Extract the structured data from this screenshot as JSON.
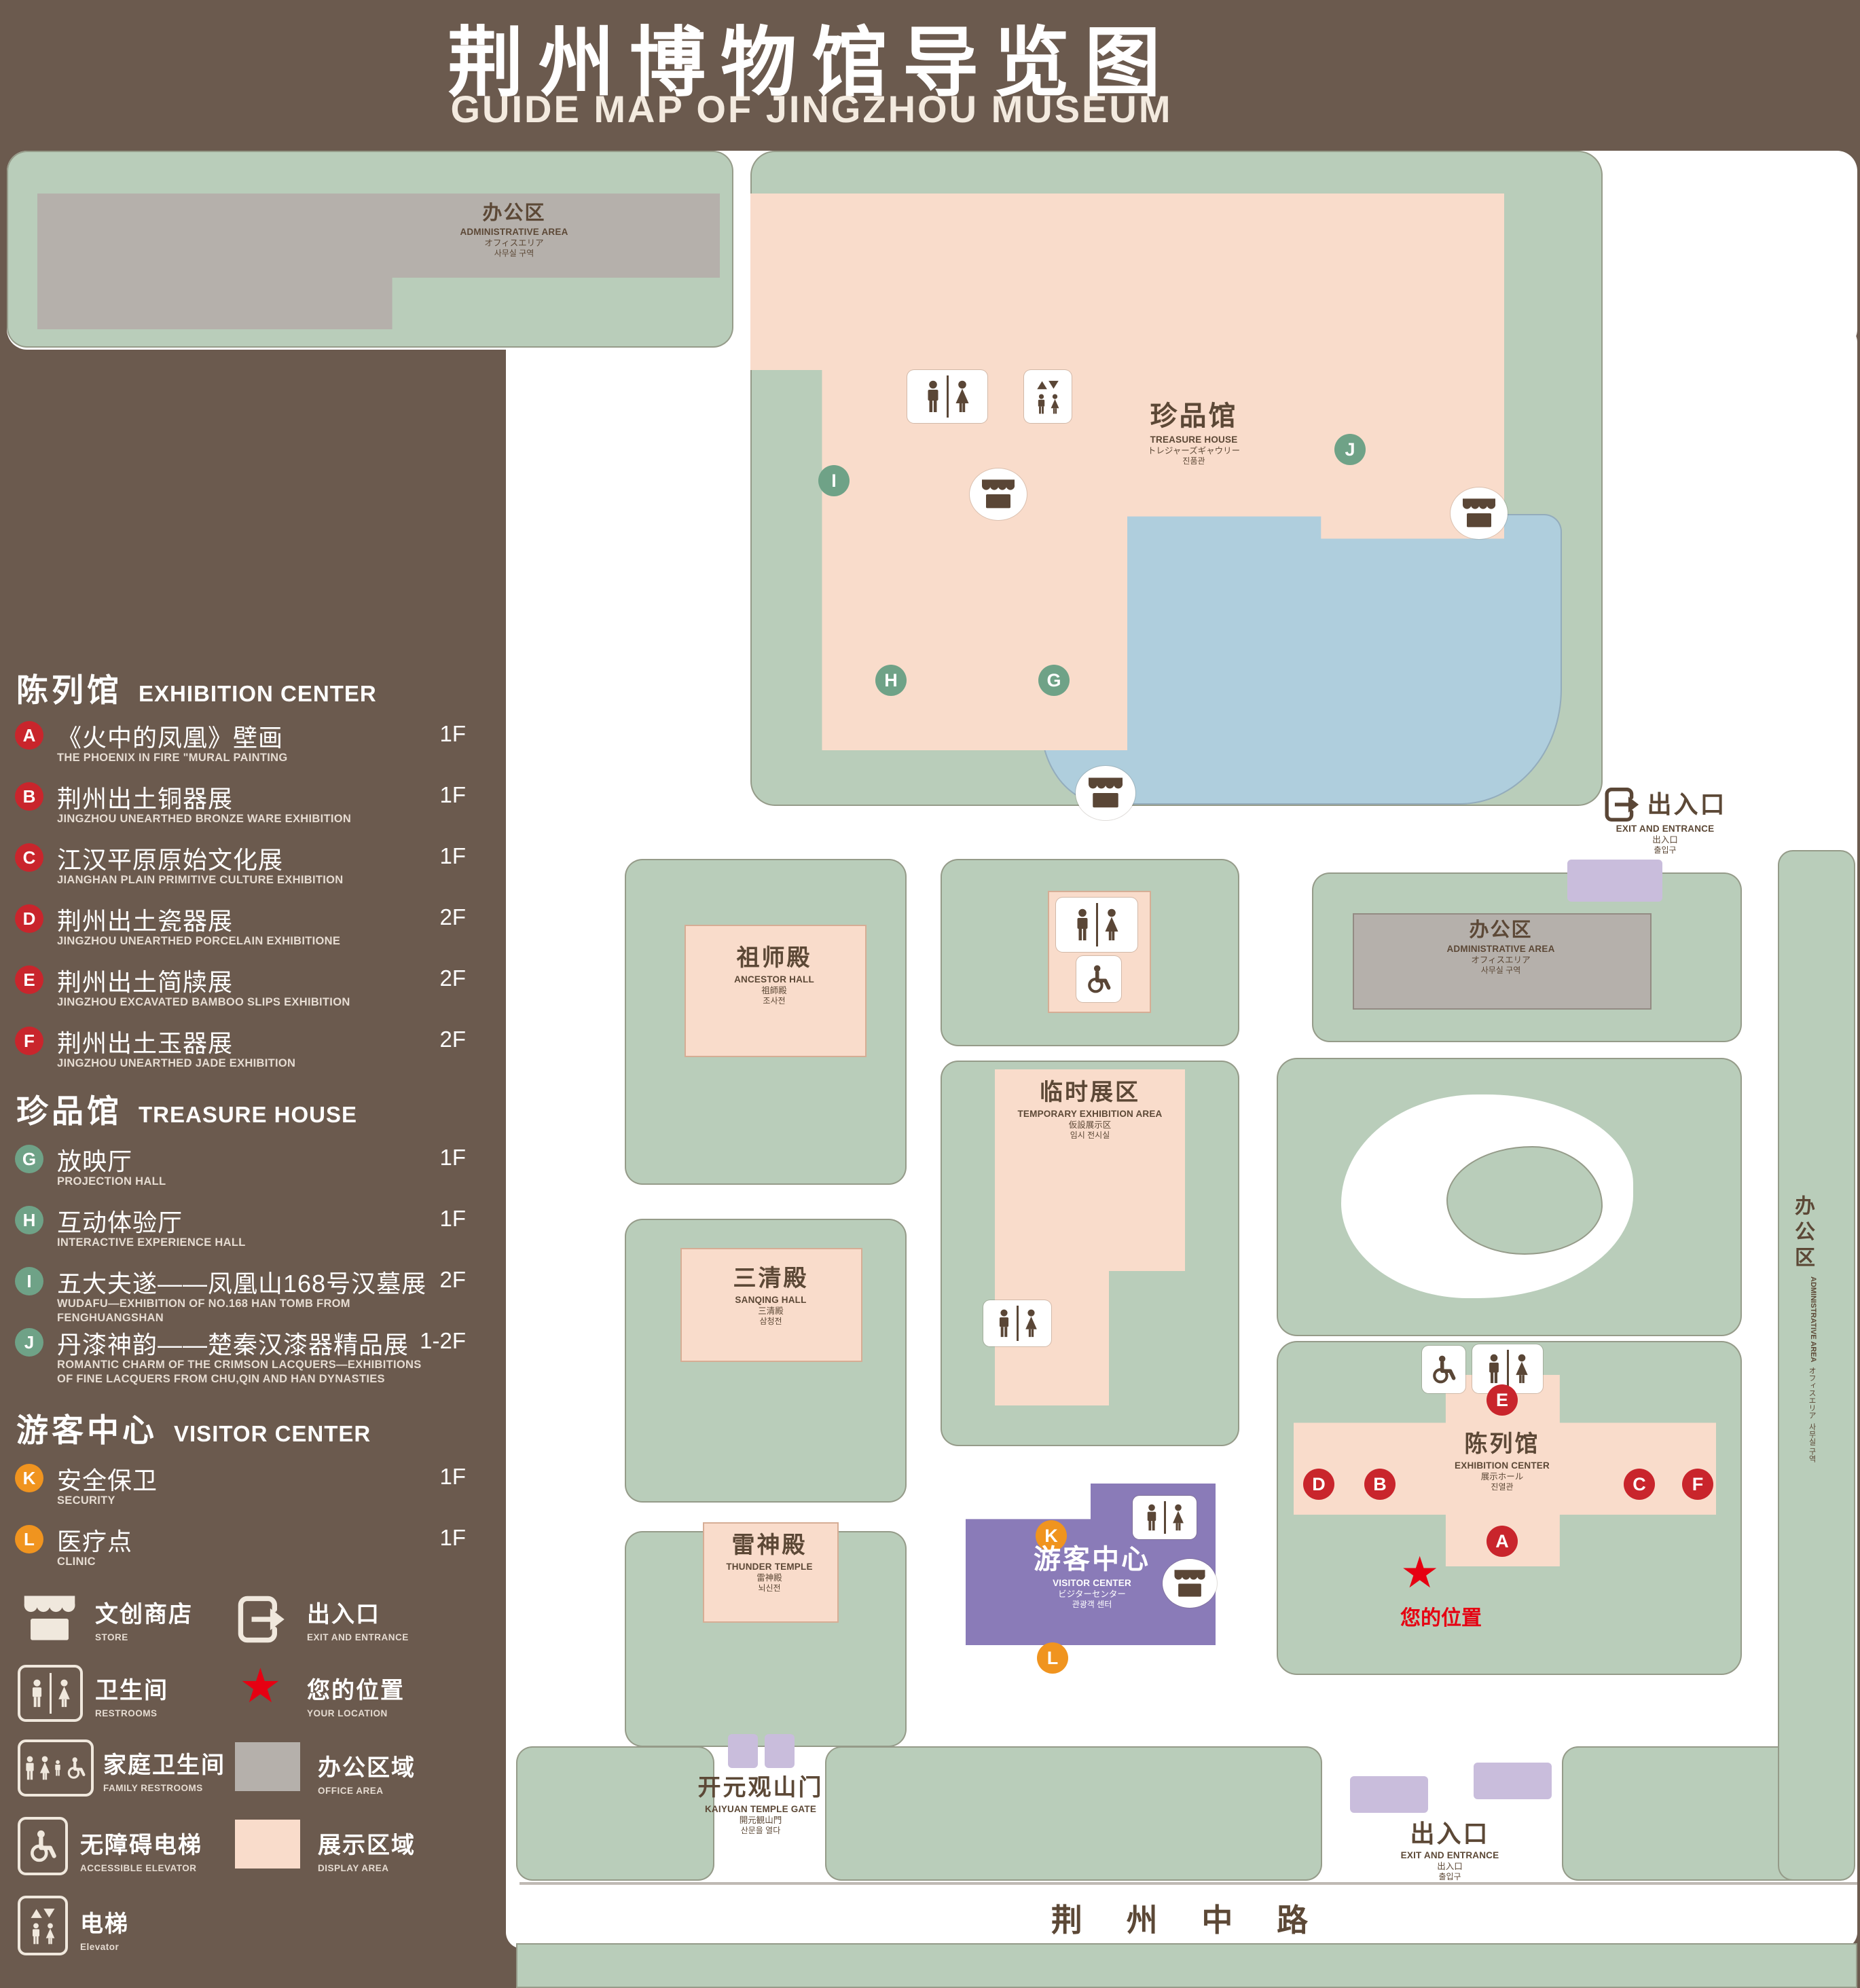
{
  "title": {
    "zh": "荆州博物馆导览图",
    "en": "GUIDE MAP OF JINGZHOU MUSEUM"
  },
  "colors": {
    "background": "#6B5A4E",
    "map_green": "#B9CDBA",
    "display_area": "#F9DCCB",
    "office_area": "#B5B0AB",
    "water": "#AFCEDD",
    "visitor_center_purple": "#8A7BB8",
    "entrance_purple": "#C9BDDC",
    "marker_red": "#C9252C",
    "marker_green": "#6FA287",
    "marker_orange": "#F0941F",
    "icon_brown": "#5A4636",
    "location_red": "#E60012"
  },
  "sidebar": {
    "sections": [
      {
        "zh": "陈列馆",
        "en": "EXHIBITION CENTER"
      },
      {
        "zh": "珍品馆",
        "en": "TREASURE HOUSE"
      },
      {
        "zh": "游客中心",
        "en": "VISITOR CENTER"
      }
    ],
    "items": [
      {
        "letter": "A",
        "zh": "《火中的凤凰》壁画",
        "en": "THE PHOENIX IN FIRE \"MURAL PAINTING",
        "floor": "1F"
      },
      {
        "letter": "B",
        "zh": "荆州出土铜器展",
        "en": "JINGZHOU UNEARTHED BRONZE WARE EXHIBITION",
        "floor": "1F"
      },
      {
        "letter": "C",
        "zh": "江汉平原原始文化展",
        "en": "JIANGHAN PLAIN PRIMITIVE CULTURE EXHIBITION",
        "floor": "1F"
      },
      {
        "letter": "D",
        "zh": "荆州出土瓷器展",
        "en": "JINGZHOU UNEARTHED PORCELAIN EXHIBITIONE",
        "floor": "2F"
      },
      {
        "letter": "E",
        "zh": "荆州出土简牍展",
        "en": "JINGZHOU EXCAVATED BAMBOO SLIPS EXHIBITION",
        "floor": "2F"
      },
      {
        "letter": "F",
        "zh": "荆州出土玉器展",
        "en": "JINGZHOU UNEARTHED JADE EXHIBITION",
        "floor": "2F"
      },
      {
        "letter": "G",
        "zh": "放映厅",
        "en": "PROJECTION HALL",
        "floor": "1F"
      },
      {
        "letter": "H",
        "zh": "互动体验厅",
        "en": "INTERACTIVE EXPERIENCE HALL",
        "floor": "1F"
      },
      {
        "letter": "I",
        "zh": "五大夫遂——凤凰山168号汉墓展",
        "en": "WUDAFU—EXHIBITION OF NO.168 HAN TOMB FROM FENGHUANGSHAN",
        "floor": "2F"
      },
      {
        "letter": "J",
        "zh": "丹漆神韵——楚秦汉漆器精品展",
        "en": "ROMANTIC CHARM OF THE CRIMSON LACQUERS—EXHIBITIONS OF FINE LACQUERS FROM CHU,QIN AND HAN DYNASTIES",
        "floor": "1-2F"
      },
      {
        "letter": "K",
        "zh": "安全保卫",
        "en": "SECURITY",
        "floor": "1F"
      },
      {
        "letter": "L",
        "zh": "医疗点",
        "en": "CLINIC",
        "floor": "1F"
      }
    ],
    "symbols": [
      {
        "zh": "文创商店",
        "en": "STORE",
        "icon": "store"
      },
      {
        "zh": "出入口",
        "en": "EXIT AND ENTRANCE",
        "icon": "exit"
      },
      {
        "zh": "卫生间",
        "en": "RESTROOMS",
        "icon": "restroom"
      },
      {
        "zh": "您的位置",
        "en": "YOUR LOCATION",
        "icon": "star"
      },
      {
        "zh": "家庭卫生间",
        "en": "FAMILY RESTROOMS",
        "icon": "family-restroom"
      },
      {
        "zh": "办公区域",
        "en": "OFFICE AREA",
        "icon": "office-swatch"
      },
      {
        "zh": "无障碍电梯",
        "en": "ACCESSIBLE ELEVATOR",
        "icon": "accessible-elevator"
      },
      {
        "zh": "展示区域",
        "en": "DISPLAY AREA",
        "icon": "display-swatch"
      },
      {
        "zh": "电梯",
        "en": "Elevator",
        "icon": "elevator"
      }
    ]
  },
  "map": {
    "labels": {
      "admin_top_left": {
        "zh": "办公区",
        "en": "ADMINISTRATIVE AREA",
        "jp": "オフィスエリア",
        "kr": "사무실 구역"
      },
      "treasure_house": {
        "zh": "珍品馆",
        "en": "TREASURE HOUSE",
        "jp": "トレジャーズギャウリー",
        "kr": "진품관"
      },
      "exit_right": {
        "zh": "出入口",
        "en": "EXIT AND ENTRANCE",
        "jp": "出入口",
        "kr": "출입구"
      },
      "admin_mid": {
        "zh": "办公区",
        "en": "ADMINISTRATIVE AREA",
        "jp": "オフィスエリア",
        "kr": "사무실 구역"
      },
      "admin_right": {
        "zh": "办公区",
        "en": "ADMINISTRATIVE AREA",
        "jp": "オフィスエリア",
        "kr": "사무실 구역"
      },
      "ancestor_hall": {
        "zh": "祖师殿",
        "en": "ANCESTOR HALL",
        "jp": "祖師殿",
        "kr": "조사전"
      },
      "temporary_exhibition": {
        "zh": "临时展区",
        "en": "TEMPORARY EXHIBITION AREA",
        "jp": "仮設展示区",
        "kr": "임시 전시실"
      },
      "sanqing_hall": {
        "zh": "三清殿",
        "en": "SANQING HALL",
        "jp": "三清殿",
        "kr": "삼청전"
      },
      "thunder_temple": {
        "zh": "雷神殿",
        "en": "THUNDER TEMPLE",
        "jp": "雷神殿",
        "kr": "뇌신전"
      },
      "visitor_center": {
        "zh": "游客中心",
        "en": "VISITOR CENTER",
        "jp": "ビジターセンター",
        "kr": "관광객 센터"
      },
      "exhibition_center": {
        "zh": "陈列馆",
        "en": "EXHIBITION CENTER",
        "jp": "展示ホール",
        "kr": "진열관"
      },
      "kaiyuan_gate": {
        "zh": "开元观山门",
        "en": "KAIYUAN TEMPLE GATE",
        "jp": "開元観山門",
        "kr": "산문을 열다"
      },
      "exit_bottom": {
        "zh": "出入口",
        "en": "EXIT AND ENTRANCE",
        "jp": "出入口",
        "kr": "출입구"
      },
      "your_location": {
        "zh": "您的位置"
      },
      "road": {
        "zh": "荆 州 中 路"
      }
    },
    "markers": {
      "a": "A",
      "b": "B",
      "c": "C",
      "d": "D",
      "e": "E",
      "f": "F",
      "g": "G",
      "h": "H",
      "i": "I",
      "j": "J",
      "k": "K",
      "l": "L"
    },
    "your_location_star": "★"
  }
}
